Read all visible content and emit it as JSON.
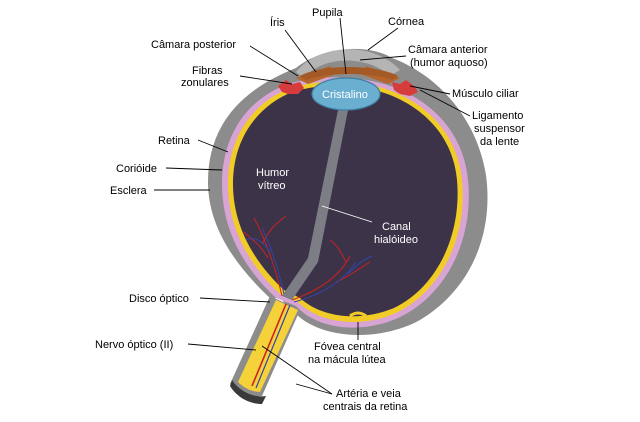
{
  "labels": {
    "pupila": "Pupila",
    "iris": "Íris",
    "cornea": "Córnea",
    "camara_posterior": "Câmara posterior",
    "camara_anterior_1": "Câmara anterior",
    "camara_anterior_2": "(humor aquoso)",
    "fibras_1": "Fibras",
    "fibras_2": "zonulares",
    "cristalino": "Cristalino",
    "musculo_ciliar": "Músculo ciliar",
    "ligamento_1": "Ligamento",
    "ligamento_2": "suspensor",
    "ligamento_3": "da lente",
    "retina": "Retina",
    "coroide": "Corióide",
    "esclera": "Esclera",
    "humor_1": "Humor",
    "humor_2": "vítreo",
    "canal_1": "Canal",
    "canal_2": "hialóideo",
    "disco_optico": "Disco óptico",
    "nervo_optico": "Nervo óptico (II)",
    "fovea_1": "Fóvea central",
    "fovea_2": "na mácula lútea",
    "arteria_1": "Artéria e veia",
    "arteria_2": "centrais da retina"
  },
  "colors": {
    "sclera": "#8c8c8c",
    "choroid": "#d7a4d4",
    "retina": "#f2cc26",
    "vitreous": "#3c3348",
    "lens": "#6aaed0",
    "iris": "#b5652b",
    "ciliary": "#d73c3c",
    "nerve": "#f5d23a",
    "vessel_red": "#cc2222",
    "vessel_blue": "#3344aa"
  }
}
